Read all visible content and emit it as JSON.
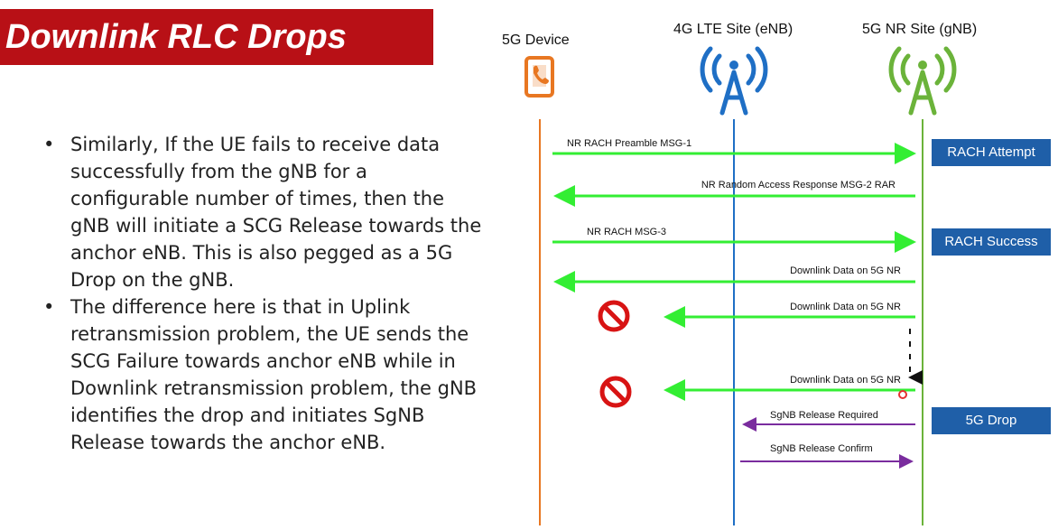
{
  "title": "Downlink RLC Drops",
  "bullets": [
    "Similarly, If the UE fails to receive data successfully from the gNB for a configurable number of times, then the gNB will initiate a SCG Release towards the anchor eNB. This is also pegged as a 5G Drop on the gNB.",
    "The difference here is that in Uplink retransmission problem, the UE sends the SCG Failure towards anchor eNB while in Downlink retransmission problem, the gNB identifies the drop and initiates SgNB Release towards the anchor eNB."
  ],
  "nodes": {
    "device": "5G Device",
    "enb": "4G LTE Site (eNB)",
    "gnb": "5G NR Site (gNB)"
  },
  "messages": {
    "m1": "NR RACH Preamble MSG-1",
    "m2": "NR Random Access Response MSG-2 RAR",
    "m3": "NR RACH MSG-3",
    "m4": "Downlink Data on 5G NR",
    "m5": "Downlink Data on 5G NR",
    "m6": "Downlink Data on 5G NR",
    "m7": "SgNB Release Required",
    "m8": "SgNB Release Confirm"
  },
  "status_boxes": {
    "rach_attempt": "RACH Attempt",
    "rach_success": "RACH Success",
    "drop": "5G Drop"
  },
  "colors": {
    "title_bg": "#b81016",
    "device": "#e87722",
    "enb": "#1f6fc5",
    "gnb": "#6bb33a",
    "arrow_green": "#33ee33",
    "arrow_purple": "#7a2c9e",
    "box_bg": "#1f5fa8",
    "stop": "#d81414"
  },
  "icons": [
    "phone-icon",
    "lte-tower-icon",
    "nr-tower-icon",
    "no-entry-icon"
  ]
}
